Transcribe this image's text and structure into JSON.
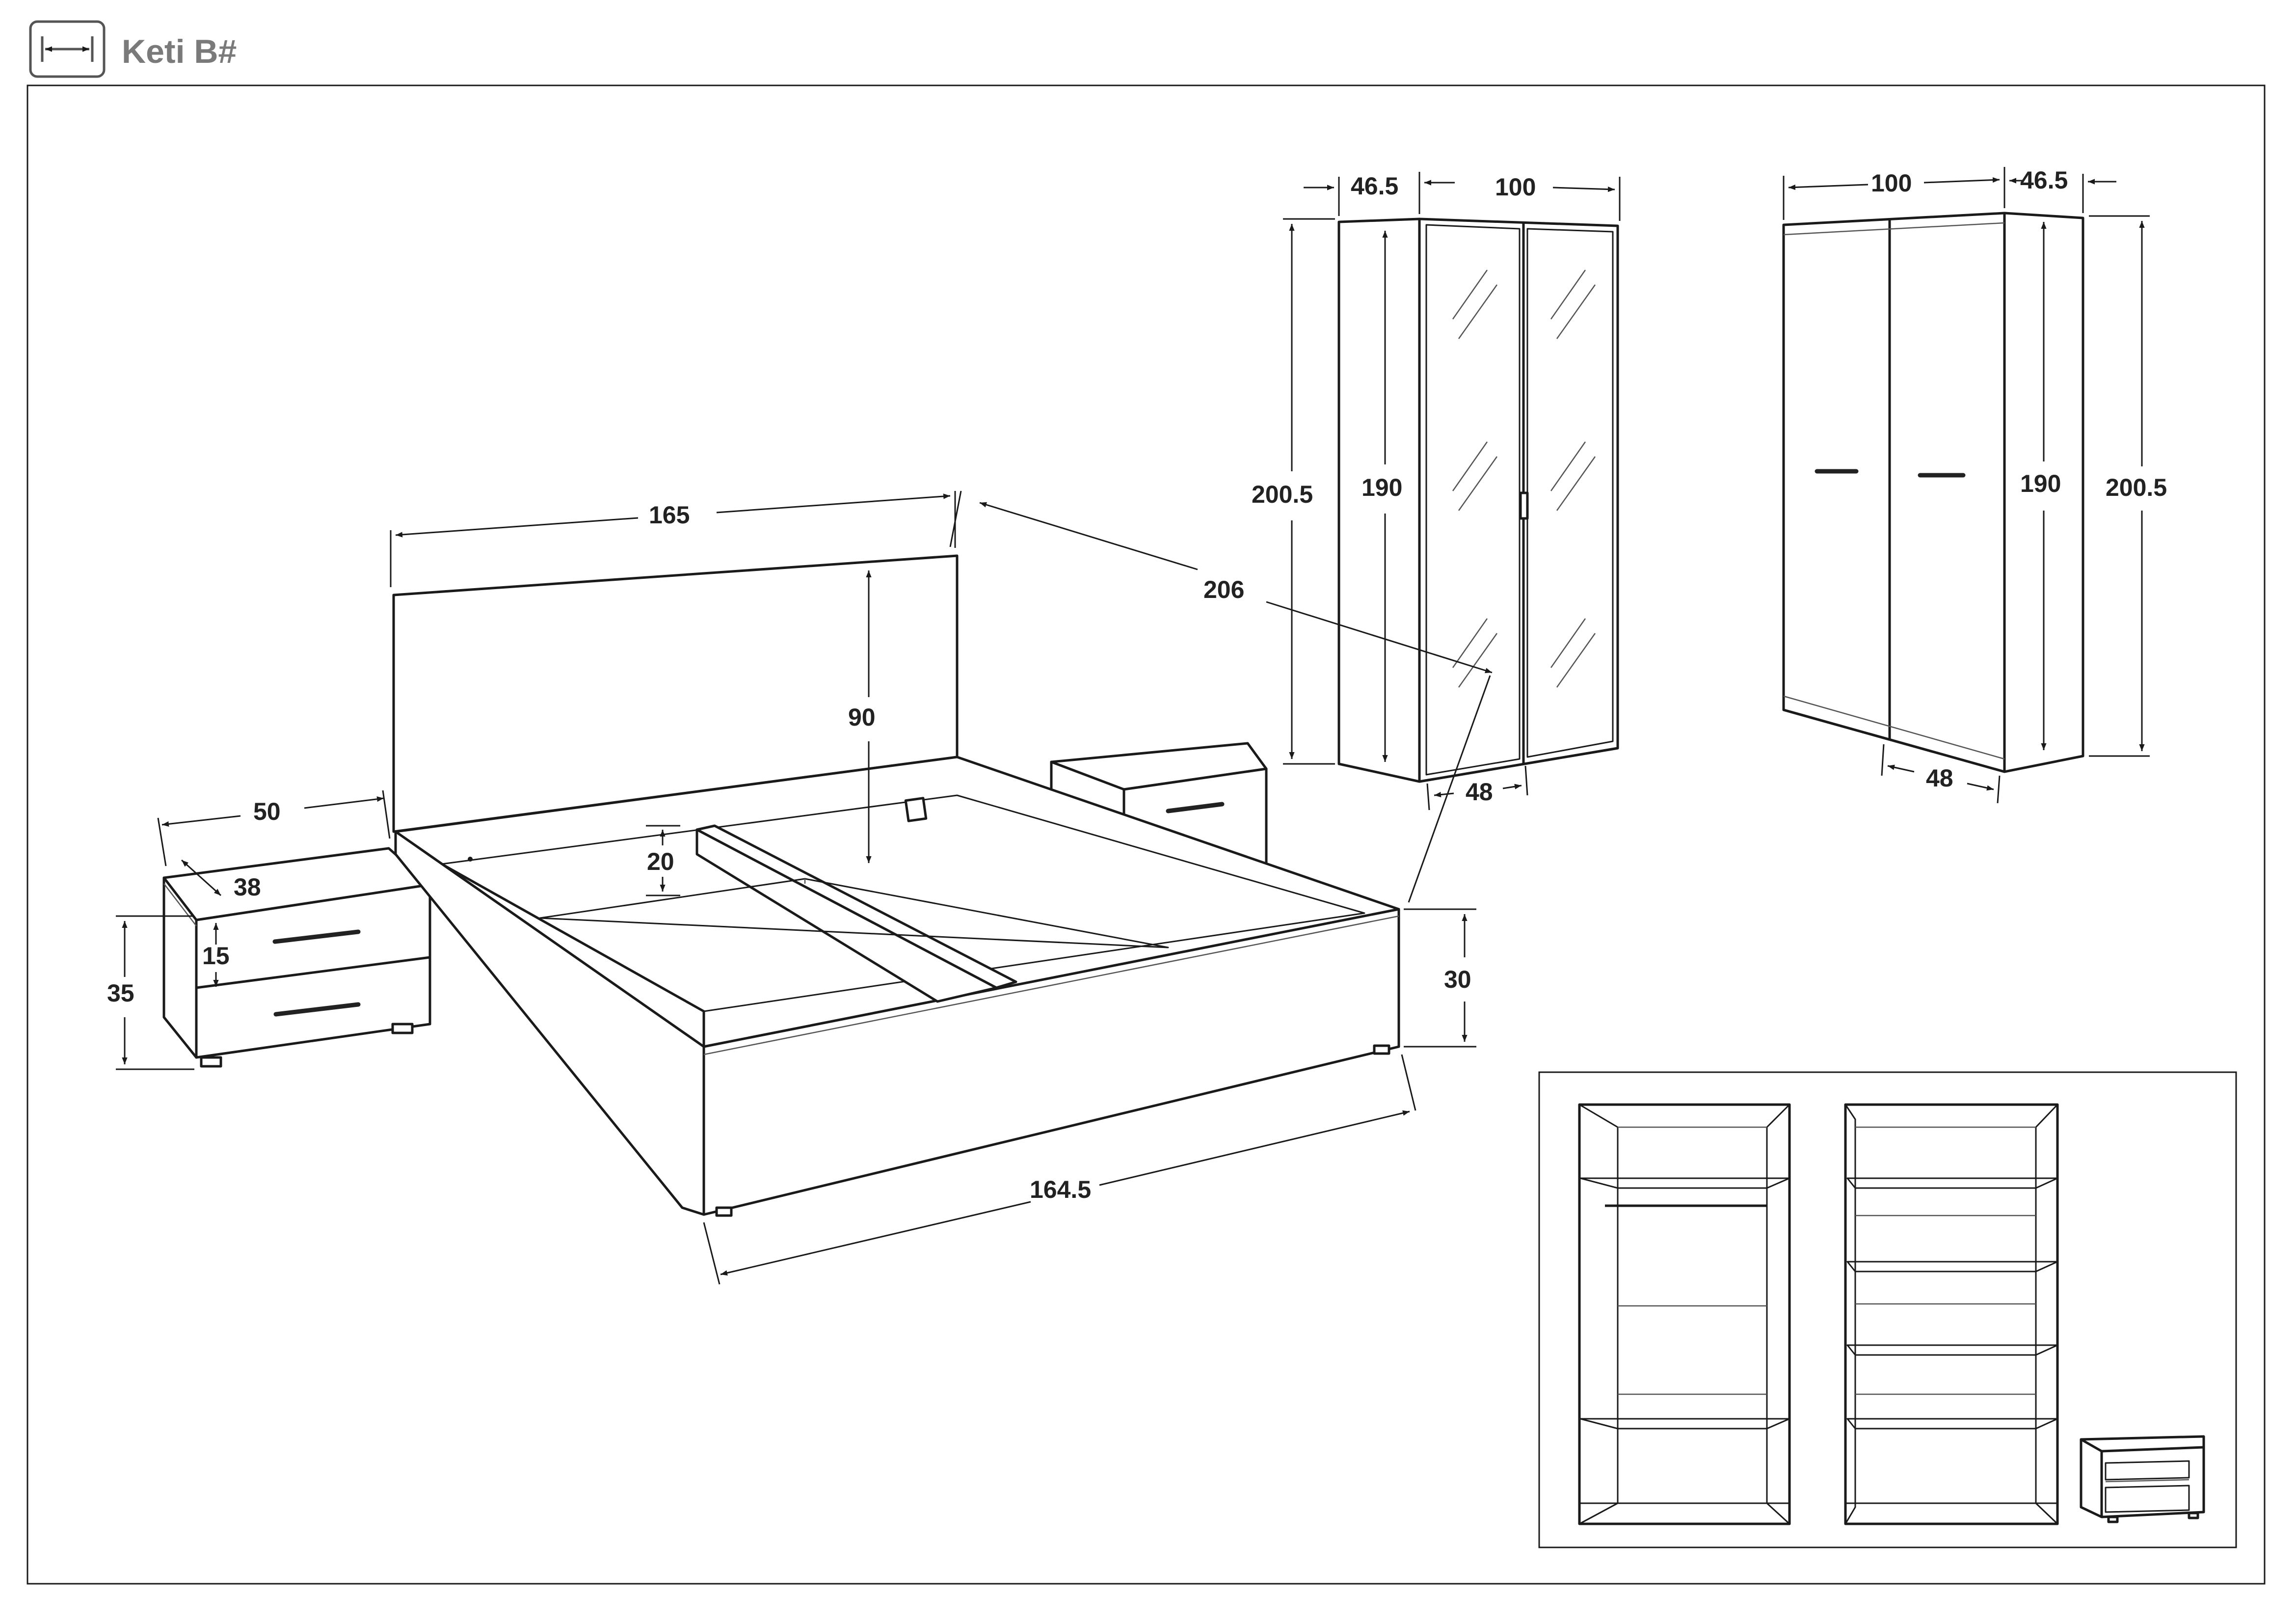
{
  "header": {
    "title": "Keti B#",
    "icon": "dimensions-icon"
  },
  "dimensions": {
    "bed_width": "165",
    "bed_length": "206",
    "headboard_height": "90",
    "slat_depth": "20",
    "frame_height": "30",
    "bed_front_width": "164.5",
    "nightstand_width": "50",
    "nightstand_depth": "38",
    "nightstand_height": "35",
    "drawer_height": "15",
    "wardrobe_left_depth": "46.5",
    "wardrobe_left_width": "100",
    "wardrobe_left_total_height": "200.5",
    "wardrobe_left_door_height": "190",
    "wardrobe_left_door_width": "48",
    "wardrobe_right_width": "100",
    "wardrobe_right_depth": "46.5",
    "wardrobe_right_door_height": "190",
    "wardrobe_right_total_height": "200.5",
    "wardrobe_right_door_width": "48"
  }
}
